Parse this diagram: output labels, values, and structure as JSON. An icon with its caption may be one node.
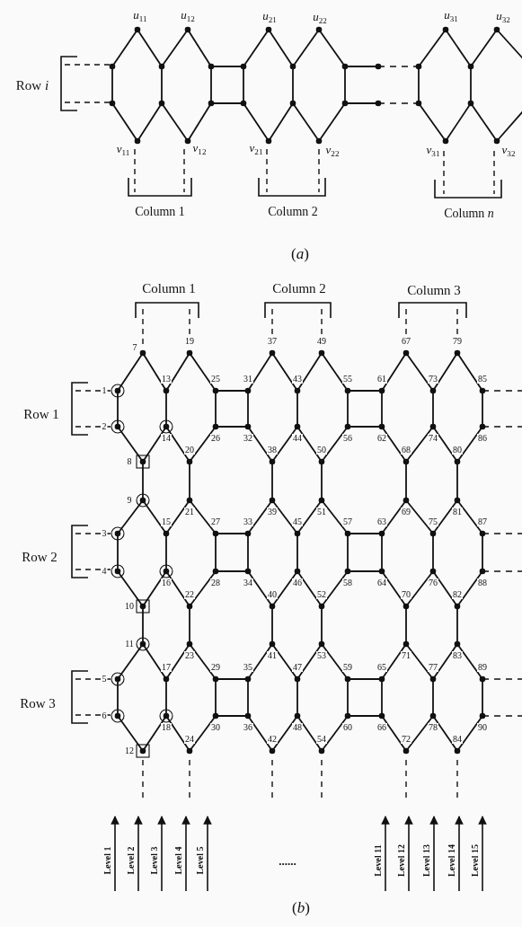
{
  "diagram": {
    "labels": [
      "u$_{11}$",
      "u$_{12}$",
      "u$_{21}$",
      "u$_{22}$",
      "u$_{31}$",
      "u$_{32}$",
      "Row *i*",
      "v$_{11}$",
      "v$_{12}$",
      "v$_{21}$",
      "v$_{22}$",
      "v$_{31}$",
      "v$_{32}$",
      "Column 1",
      "Column 2",
      "Column *n*",
      "(*a*)",
      "Column 1",
      "Column 2",
      "Column 3",
      "1",
      "2",
      "3",
      "4",
      "5",
      "6",
      "7",
      "8",
      "9",
      "10",
      "11",
      "12",
      "13",
      "14",
      "15",
      "16",
      "17",
      "18",
      "19",
      "20",
      "21",
      "22",
      "23",
      "24",
      "25",
      "26",
      "27",
      "28",
      "29",
      "30",
      "31",
      "32",
      "33",
      "34",
      "35",
      "36",
      "37",
      "38",
      "39",
      "40",
      "41",
      "42",
      "43",
      "44",
      "45",
      "46",
      "47",
      "48",
      "49",
      "50",
      "51",
      "52",
      "53",
      "54",
      "55",
      "56",
      "57",
      "58",
      "59",
      "60",
      "61",
      "62",
      "63",
      "64",
      "65",
      "66",
      "67",
      "68",
      "69",
      "70",
      "71",
      "72",
      "73",
      "74",
      "75",
      "76",
      "77",
      "78",
      "79",
      "80",
      "81",
      "82",
      "83",
      "84",
      "85",
      "86",
      "87",
      "88",
      "89",
      "90",
      "Row 1",
      "Row 2",
      "Row 3",
      "Level 1",
      "Level 2",
      "Level 3",
      "Level 4",
      "Level 5",
      "......",
      "Level 11",
      "Level 12",
      "Level 13",
      "Level 14",
      "Level 15",
      "(*b*)"
    ]
  }
}
